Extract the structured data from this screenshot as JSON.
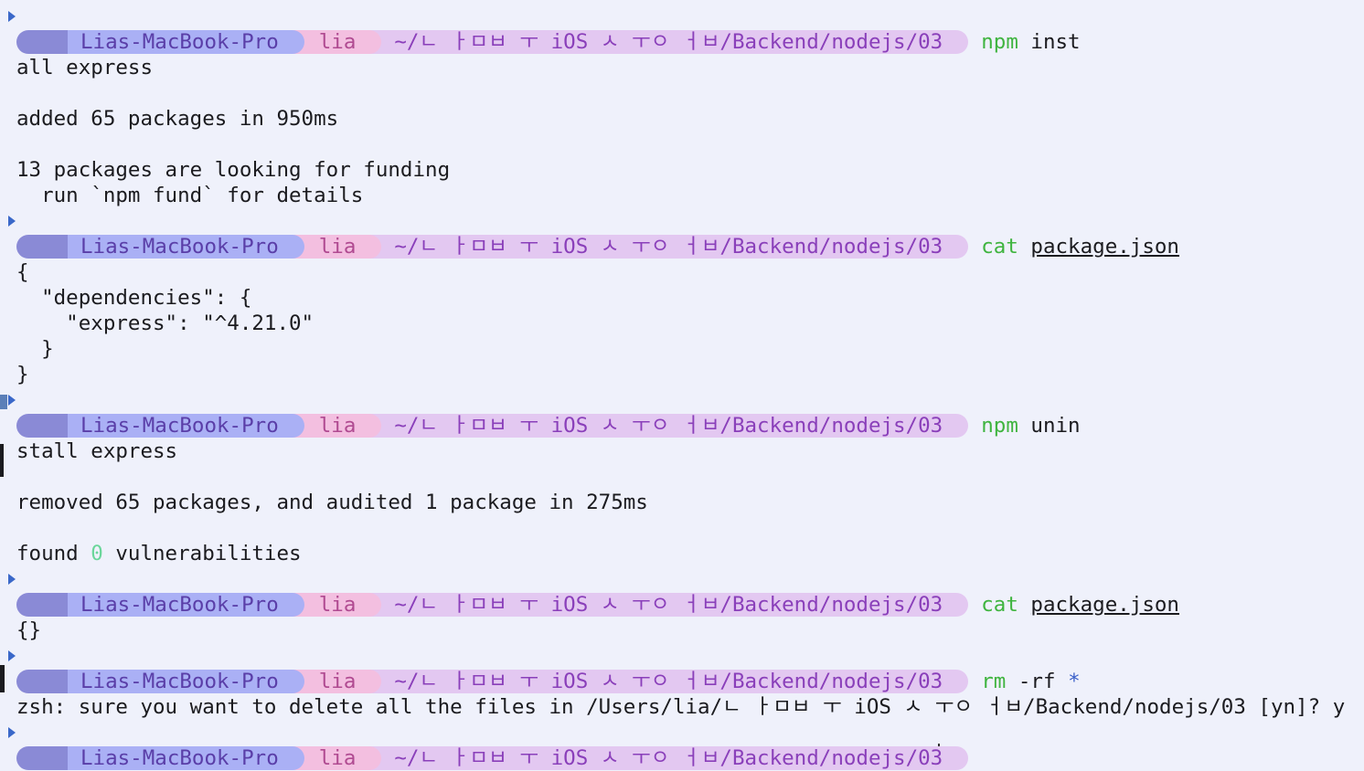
{
  "prompt": {
    "host": "Lias-MacBook-Pro",
    "user": "lia",
    "path": "~/ㄴ ㅏㅁㅂ ㅜ iOS ㅅ ㅜㅇ ㅓㅂ/Backend/nodejs/03"
  },
  "blocks": [
    {
      "cmd": "npm",
      "args": "inst",
      "output": [
        "all express",
        "",
        "added 65 packages in 950ms",
        "",
        "13 packages are looking for funding",
        "  run `npm fund` for details"
      ]
    },
    {
      "cmd": "cat",
      "args": "package.json",
      "output": [
        "{",
        "  \"dependencies\": {",
        "    \"express\": \"^4.21.0\"",
        "  }",
        "}"
      ]
    },
    {
      "cmd": "npm",
      "args": "unin",
      "output": [
        "stall express",
        "",
        "removed 65 packages, and audited 1 package in 275ms",
        ""
      ],
      "found_prefix": "found ",
      "found_count": "0",
      "found_suffix": " vulnerabilities"
    },
    {
      "cmd": "cat",
      "args": "package.json",
      "output": [
        "{}"
      ]
    },
    {
      "cmd": "rm",
      "args": "-rf",
      "glob": "*",
      "output": [
        "zsh: sure you want to delete all the files in /Users/lia/ㄴ ㅏㅁㅂ ㅜ iOS ㅅ ㅜㅇ ㅓㅂ/Backend/nodejs/03 [yn]? y"
      ]
    }
  ],
  "colors": {
    "background": "#eff1fb",
    "command": "#3fb43f",
    "host_segment": "#aab0f5",
    "user_segment": "#f3bfe0",
    "path_segment": "#e3c8f1"
  }
}
